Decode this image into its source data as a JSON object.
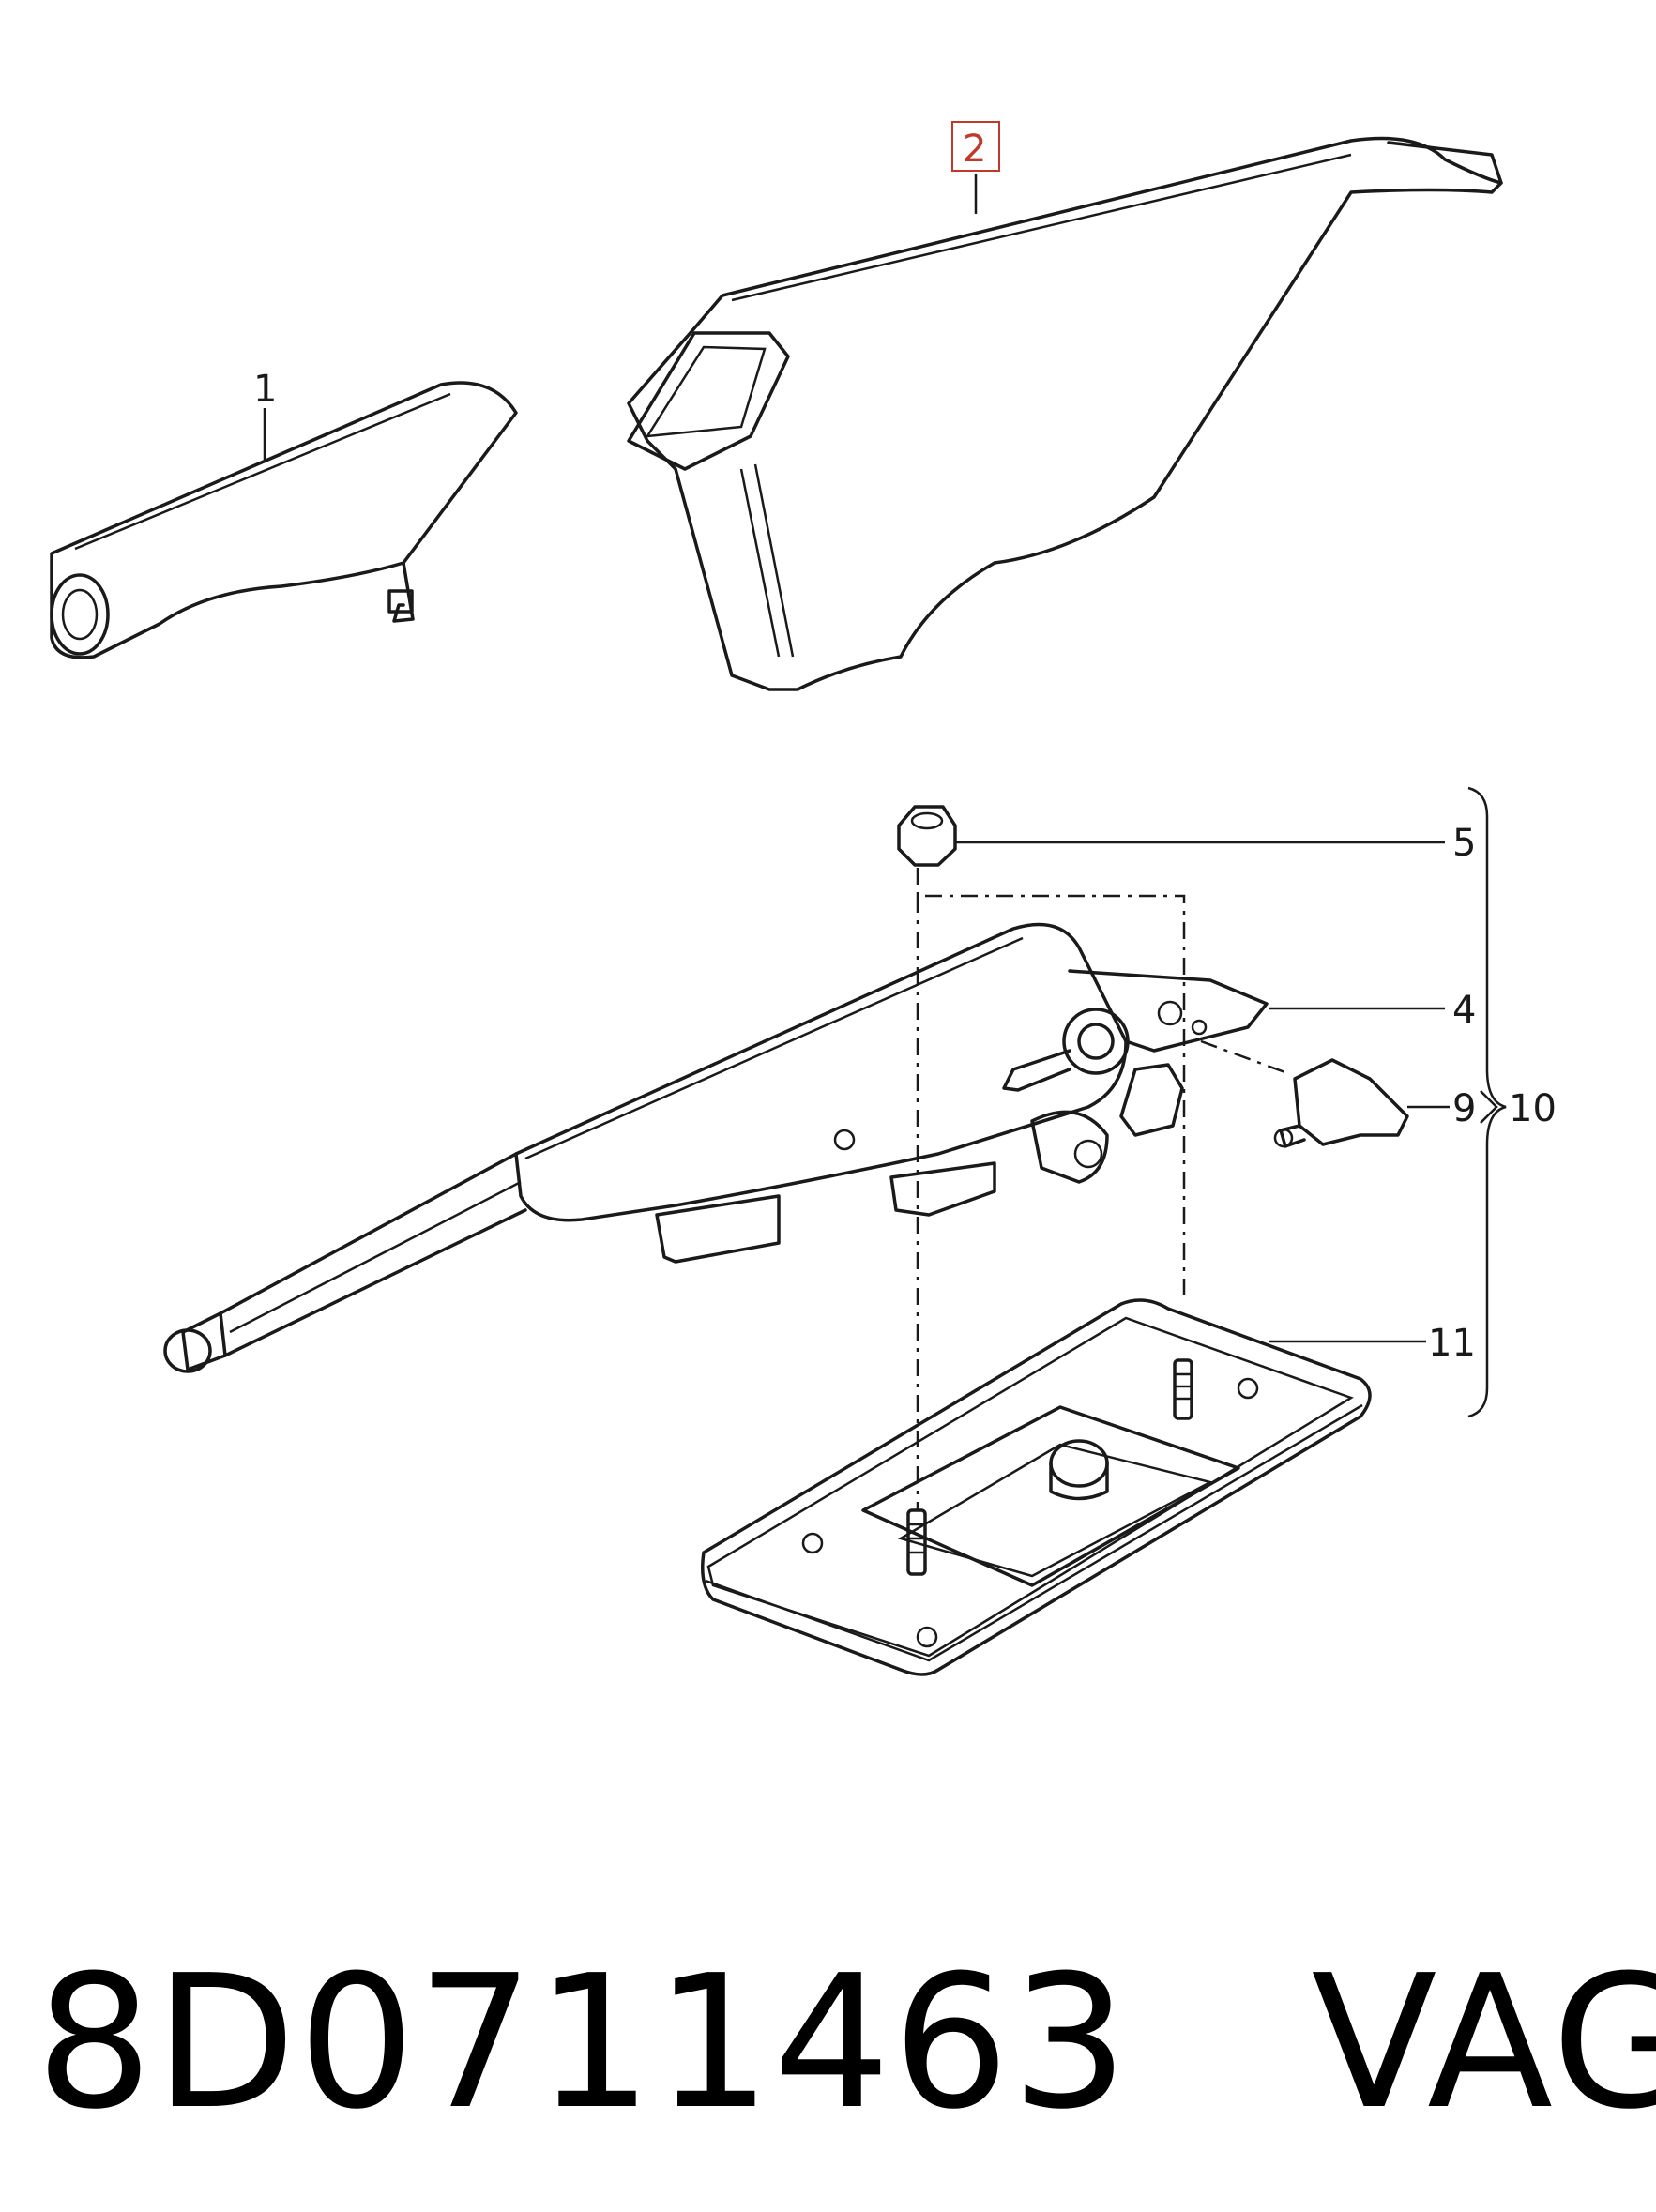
{
  "callouts": {
    "c1": "1",
    "c2": "2",
    "c4": "4",
    "c5": "5",
    "c9": "9",
    "c10": "10",
    "c11": "11"
  },
  "caption": {
    "part_number": "8D0711463",
    "brand": "VAG"
  },
  "colors": {
    "line": "#1a1a1a",
    "highlight": "#c0392b"
  }
}
